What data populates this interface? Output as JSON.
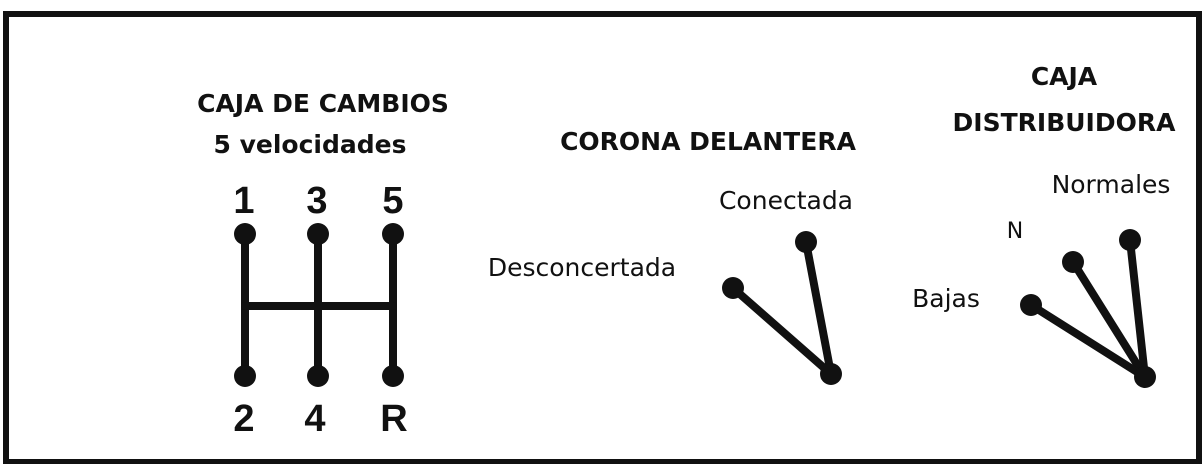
{
  "gearbox": {
    "title_line1": "CAJA DE CAMBIOS",
    "title_line2": "5 velocidades",
    "gears_top": [
      "1",
      "3",
      "5"
    ],
    "gears_bottom": [
      "2",
      "4",
      "R"
    ]
  },
  "front_crown": {
    "title": "CORONA DELANTERA",
    "connected_label": "Conectada",
    "disconnected_label": "Desconcertada"
  },
  "transfer_case": {
    "title_line1": "CAJA",
    "title_line2": "DISTRIBUIDORA",
    "normal_label": "Normales",
    "neutral_label": "N",
    "low_label": "Bajas"
  }
}
